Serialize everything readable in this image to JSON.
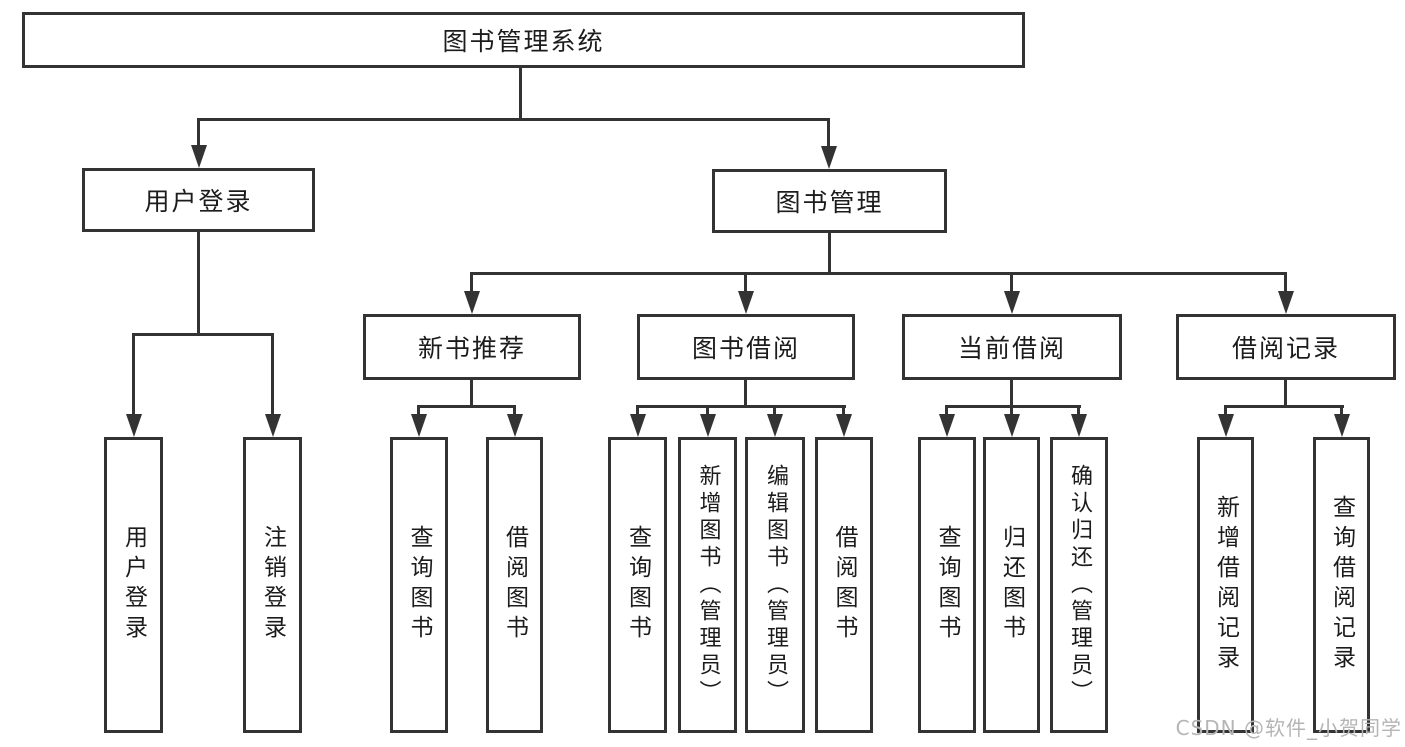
{
  "colors": {
    "line": "#333333",
    "text": "#1c1c1c",
    "watermark": "#b5b5b5",
    "background": "#ffffff"
  },
  "diagram": {
    "root": {
      "label": "图书管理系统"
    },
    "branches": [
      {
        "label": "用户登录",
        "children": [
          "用户登录",
          "注销登录"
        ]
      },
      {
        "label": "图书管理",
        "children": [
          {
            "label": "新书推荐",
            "children": [
              "查询图书",
              "借阅图书"
            ]
          },
          {
            "label": "图书借阅",
            "children": [
              "查询图书",
              "新增图书（管理员）",
              "编辑图书（管理员）",
              "借阅图书"
            ]
          },
          {
            "label": "当前借阅",
            "children": [
              "查询图书",
              "归还图书",
              "确认归还（管理员）"
            ]
          },
          {
            "label": "借阅记录",
            "children": [
              "新增借阅记录",
              "查询借阅记录"
            ]
          }
        ]
      }
    ]
  },
  "watermark": {
    "text": "CSDN @软件_小贺同学"
  }
}
